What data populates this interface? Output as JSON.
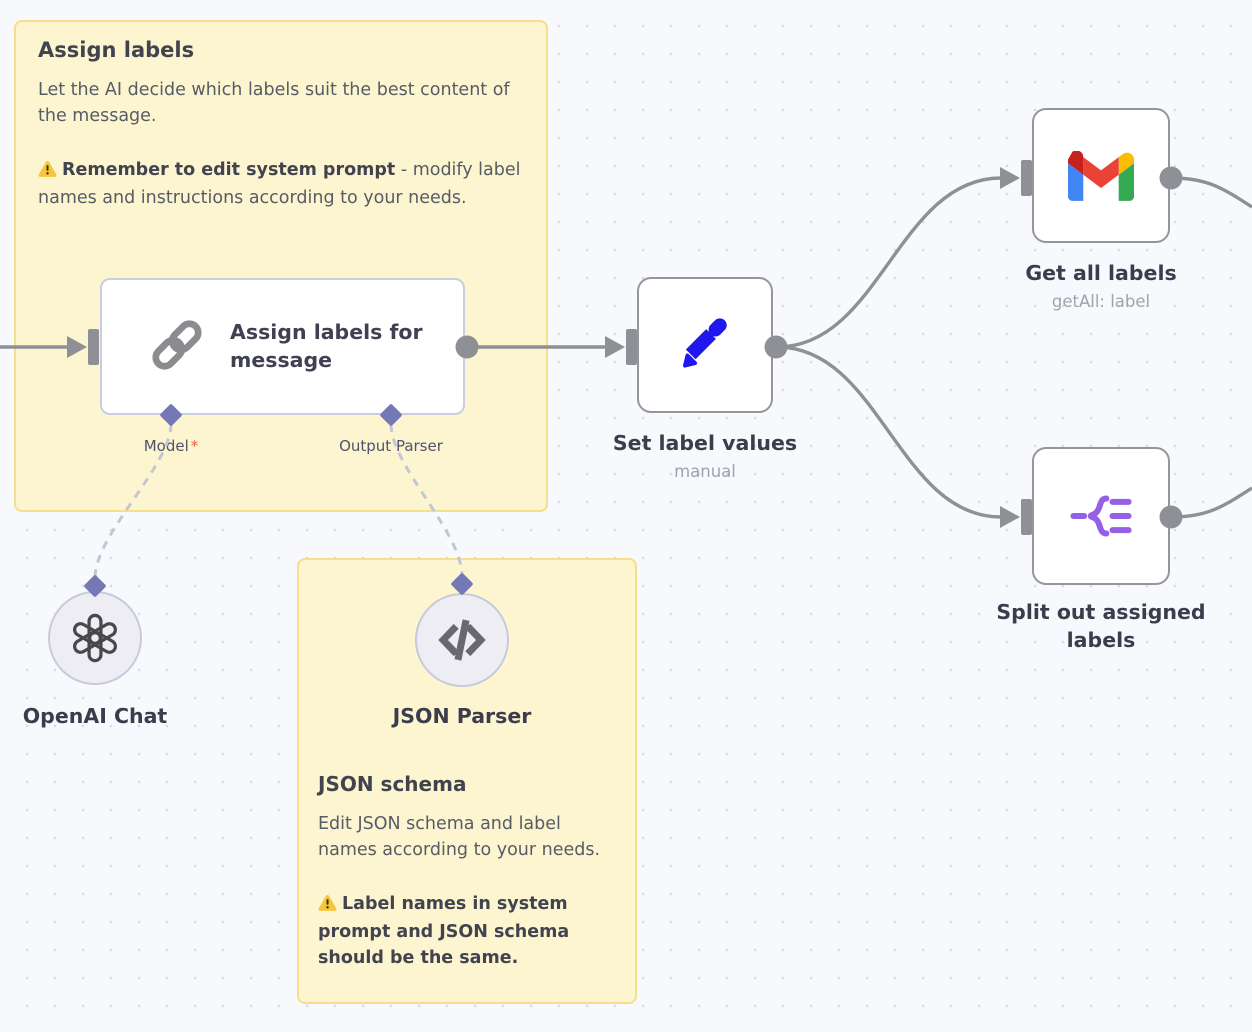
{
  "canvas": {
    "background_color": "#f8f9fc",
    "dot_color": "#d7dae6"
  },
  "sticky_notes": [
    {
      "title": "Assign labels",
      "body": "Let the AI decide which labels suit the best content of the message.",
      "warning_bold": "Remember to edit system prompt",
      "warning_rest": " - modify label names and instructions according to your needs."
    },
    {
      "title": "JSON schema",
      "body": "Edit JSON schema and label names according to your needs.",
      "warning_bold": "Label names in system prompt and JSON schema should be the same.",
      "warning_rest": ""
    }
  ],
  "nodes": [
    {
      "name": "Assign labels for message",
      "subtitle": "",
      "icon": "chain-link-icon"
    },
    {
      "name": "Set label values",
      "subtitle": "manual",
      "icon": "pencil-icon"
    },
    {
      "name": "Get all labels",
      "subtitle": "getAll: label",
      "icon": "gmail-icon"
    },
    {
      "name": "Split out assigned labels",
      "subtitle": "",
      "icon": "split-out-icon"
    },
    {
      "name": "OpenAI Chat",
      "subtitle": "",
      "icon": "openai-icon"
    },
    {
      "name": "JSON Parser",
      "subtitle": "",
      "icon": "code-icon"
    }
  ],
  "ports": {
    "model": {
      "label": "Model",
      "required_marker": "*"
    },
    "output_parser": {
      "label": "Output Parser"
    }
  },
  "colors": {
    "sticky_bg": "#fdf4d0",
    "sticky_border": "#f5df8a",
    "connector_gray": "#8e9095",
    "dashed_gray": "#c3c7d4",
    "diamond_indigo": "#7478b6",
    "pencil_blue": "#2016ee",
    "split_purple": "#9660e6",
    "required_red": "#e0604e",
    "gmail_blue": "#4285F4",
    "gmail_green": "#34A853",
    "gmail_yellow": "#FBBC04",
    "gmail_red": "#EA4335",
    "gmail_dark_red": "#C5221F"
  }
}
